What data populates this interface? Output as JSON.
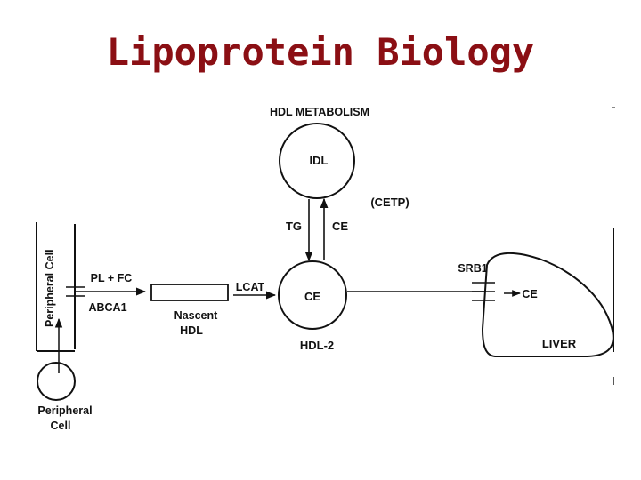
{
  "slide": {
    "title": "Lipoprotein Biology",
    "title_color": "#8b0f14"
  },
  "diagram": {
    "heading": "HDL METABOLISM",
    "nodes": {
      "idl": "IDL",
      "hdl2_core": "CE",
      "hdl2_label": "HDL-2",
      "nascent_hdl_line1": "Nascent",
      "nascent_hdl_line2": "HDL",
      "liver": "LIVER",
      "liver_ce": "CE",
      "peripheral_cell_vertical": "Peripheral Cell",
      "peripheral_cell_line1": "Peripheral",
      "peripheral_cell_line2": "Cell"
    },
    "labels": {
      "cetp": "(CETP)",
      "tg": "TG",
      "ce_exchange": "CE",
      "pl_fc": "PL + FC",
      "abca1": "ABCA1",
      "lcat": "LCAT",
      "srb1": "SRB1"
    }
  }
}
